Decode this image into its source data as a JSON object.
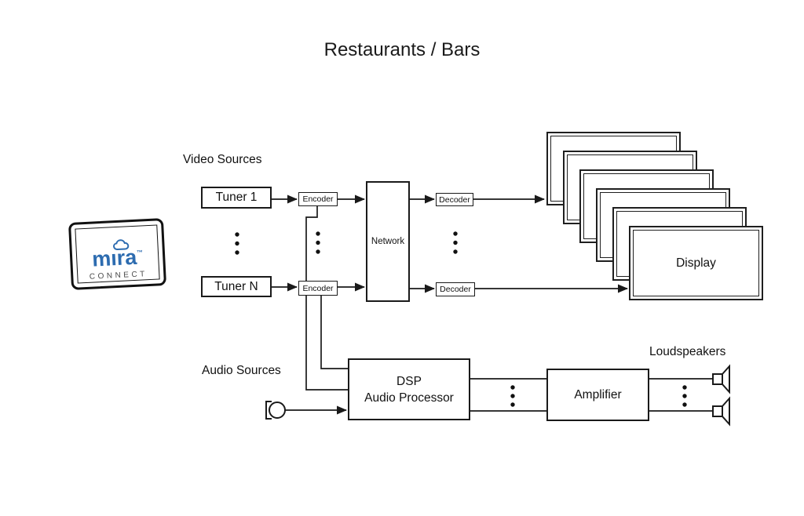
{
  "title": "Restaurants / Bars",
  "logo": {
    "brand": "mıra",
    "tm": "™",
    "subtitle": "CONNECT",
    "brand_color": "#2d6cb0",
    "subtitle_color": "#4a4a4a"
  },
  "labels": {
    "video_sources": "Video Sources",
    "audio_sources": "Audio Sources",
    "loudspeakers": "Loudspeakers"
  },
  "nodes": {
    "tuner1": "Tuner 1",
    "tunerN": "Tuner N",
    "encoder1": "Encoder",
    "encoder2": "Encoder",
    "network": "Network",
    "decoder1": "Decoder",
    "decoder2": "Decoder",
    "dsp_line1": "DSP",
    "dsp_line2": "Audio Processor",
    "amplifier": "Amplifier",
    "display": "Display"
  },
  "icons": {
    "microphone": "microphone-icon",
    "loudspeaker_top": "loudspeaker-icon",
    "loudspeaker_bottom": "loudspeaker-icon",
    "ellipsis_groups": 5
  },
  "colors": {
    "line": "#1a1a1a",
    "background": "#ffffff"
  }
}
